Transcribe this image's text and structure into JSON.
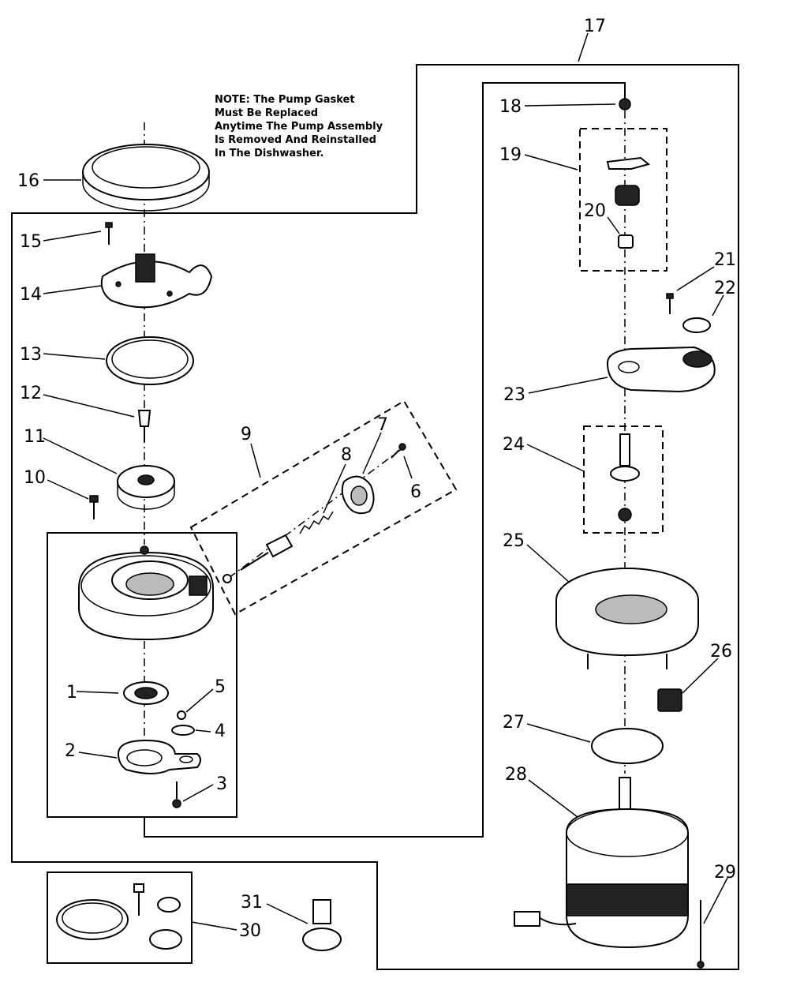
{
  "note": {
    "lines": [
      "NOTE: The Pump Gasket",
      "Must Be Replaced",
      "Anytime The Pump Assembly",
      "Is Removed And Reinstalled",
      "In The Dishwasher."
    ]
  },
  "callouts": {
    "c1": "1",
    "c2": "2",
    "c3": "3",
    "c4": "4",
    "c5": "5",
    "c6": "6",
    "c7": "7",
    "c8": "8",
    "c9": "9",
    "c10": "10",
    "c11": "11",
    "c12": "12",
    "c13": "13",
    "c14": "14",
    "c15": "15",
    "c16": "16",
    "c17": "17",
    "c18": "18",
    "c19": "19",
    "c20": "20",
    "c21": "21",
    "c22": "22",
    "c23": "23",
    "c24": "24",
    "c25": "25",
    "c26": "26",
    "c27": "27",
    "c28": "28",
    "c29": "29",
    "c30": "30",
    "c31": "31"
  }
}
